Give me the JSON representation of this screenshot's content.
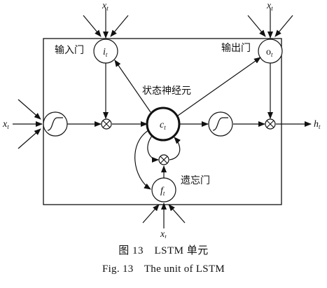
{
  "diagram": {
    "input_gate_label": "输入门",
    "output_gate_label": "输出门",
    "forget_gate_label": "遗忘门",
    "cell_label": "状态神经元",
    "input_gate_node": "i",
    "output_gate_node": "o",
    "forget_gate_node": "f",
    "cell_node": "c",
    "subscript": "t",
    "input_x": "x",
    "output_h": "h",
    "top_input_left": "x",
    "top_input_right": "x",
    "bottom_input": "x",
    "multiply_symbol": "⊗"
  },
  "caption": {
    "cn": "图 13　LSTM 单元",
    "en": "Fig. 13　The unit of LSTM"
  },
  "colors": {
    "stroke": "#111111",
    "background": "#ffffff"
  }
}
